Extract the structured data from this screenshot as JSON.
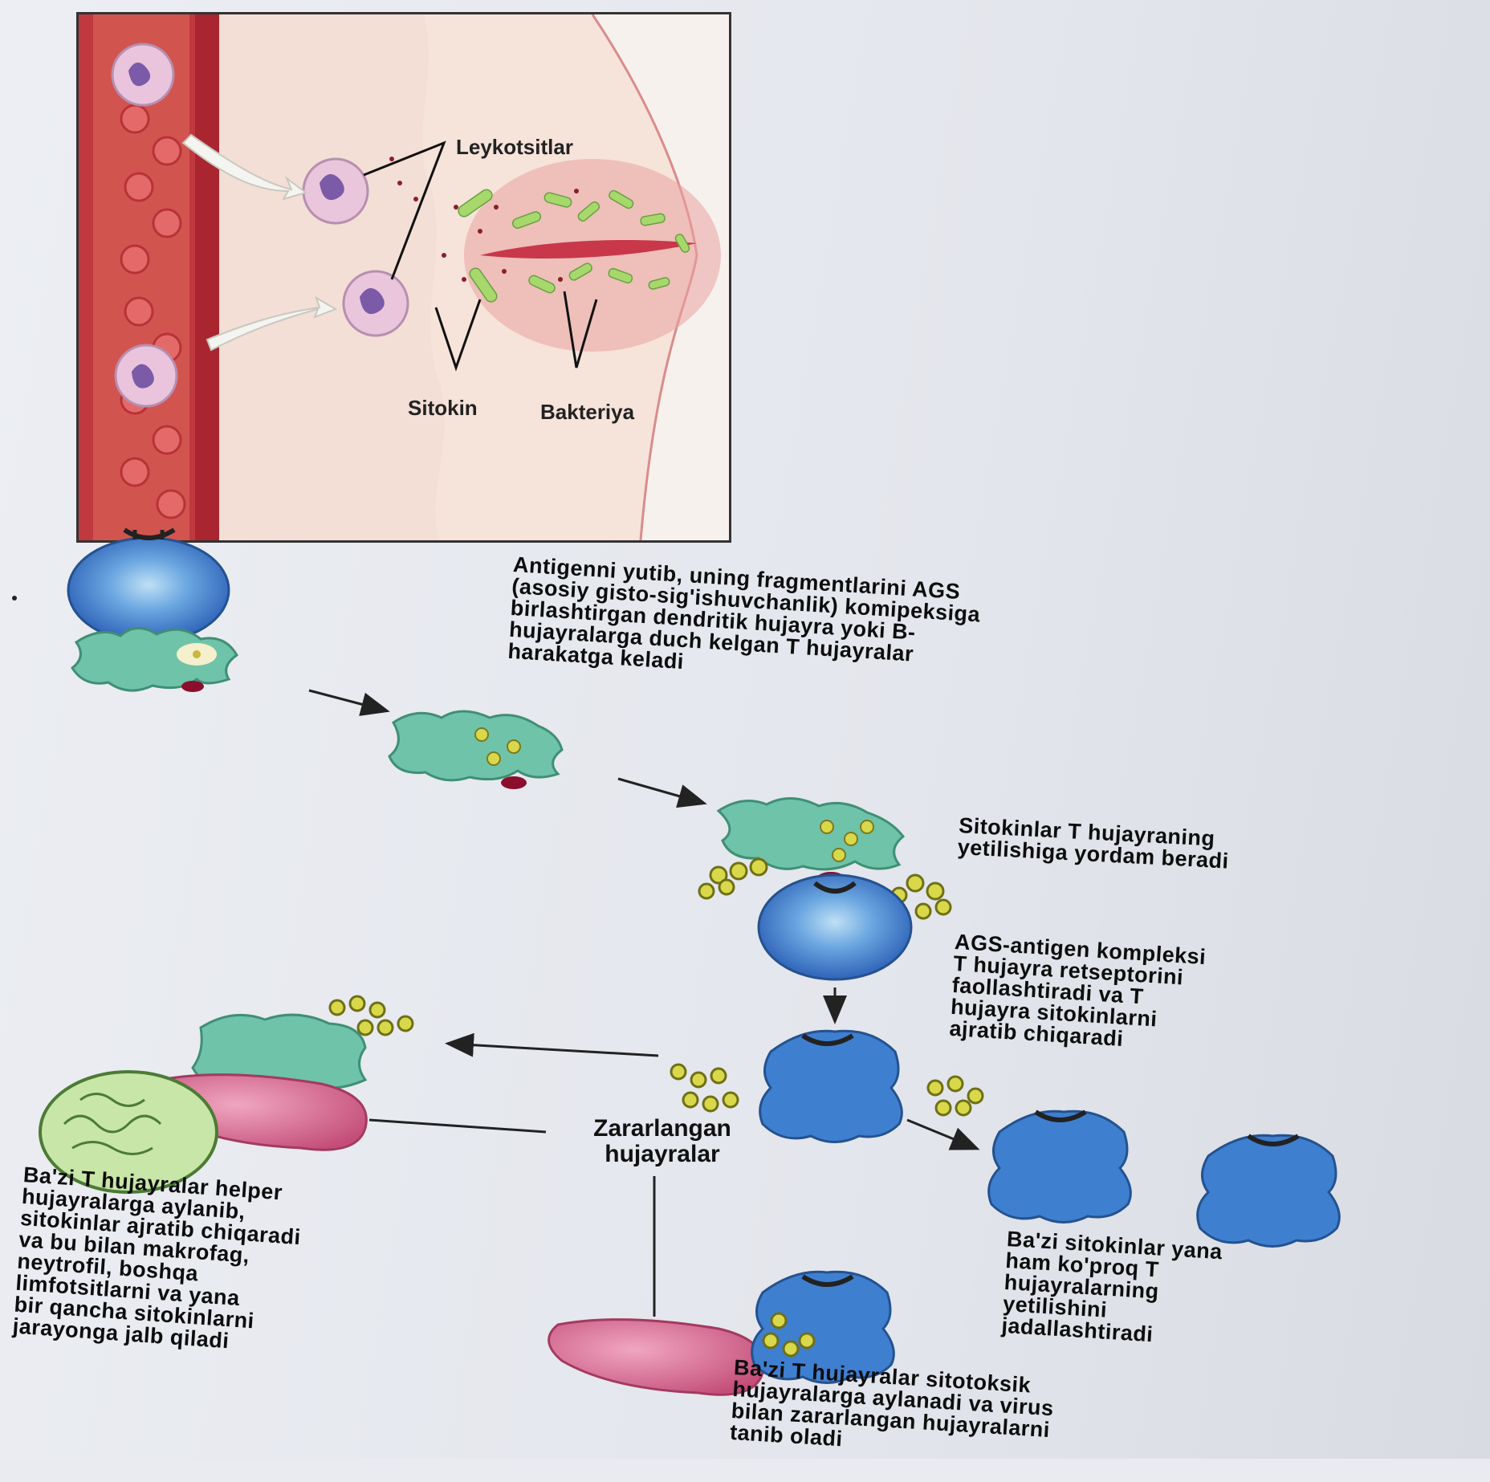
{
  "inset_labels": {
    "leukocytes": "Leykotsitlar",
    "cytokine": "Sitokin",
    "bacteria": "Bakteriya"
  },
  "captions": {
    "dendritic": "Antigenni yutib, uning fragmentlarini AGS\n(asosiy gisto-sig'ishuvchanlik) komipeksiga\nbirlashtirgan dendritik hujayra yoki B-\nhujayralarga duch kelgan T hujayralar\nharakatga keladi",
    "maturation": "Sitokinlar T hujayraning\nyetilishiga yordam beradi",
    "activation": "AGS-antigen kompleksi\nT hujayra retseptorini\nfaollashtiradi va T\nhujayra sitokinlarni\najratib chiqaradi",
    "damaged_cells": "Zararlangan\nhujayralar",
    "helper": "Ba'zi T hujayralar helper\nhujayralarga aylanib,\nsitokinlar ajratib chiqaradi\nva bu bilan makrofag,\nneytrofil, boshqa\nlimfotsitlarni va yana\nbir qancha sitokinlarni\njarayonga jalb qiladi",
    "proliferation": "Ba'zi sitokinlar yana\nham ko'proq T\nhujayralarning\nyetilishini\njadallashtiradi",
    "cytotoxic": "Ba'zi T hujayralar sitotoksik\nhujayralarga aylanadi va virus\nbilan zararlangan hujayralarni\ntanib oladi"
  },
  "colors": {
    "vessel": "#c0393f",
    "tissue": "#f0cdbf",
    "t_cell": "#3f7fd0",
    "dendritic_cell": "#6fc3a8",
    "infected_cell": "#d66f8f",
    "cytokine": "#d8d84a",
    "bacteria": "#9ad66c"
  },
  "icons": [
    "t-cell-icon",
    "dendritic-cell-icon",
    "macrophage-icon",
    "infected-cell-icon",
    "cytokine-icon",
    "bacterium-icon",
    "leukocyte-icon",
    "red-blood-cell-icon",
    "arrow-icon"
  ]
}
